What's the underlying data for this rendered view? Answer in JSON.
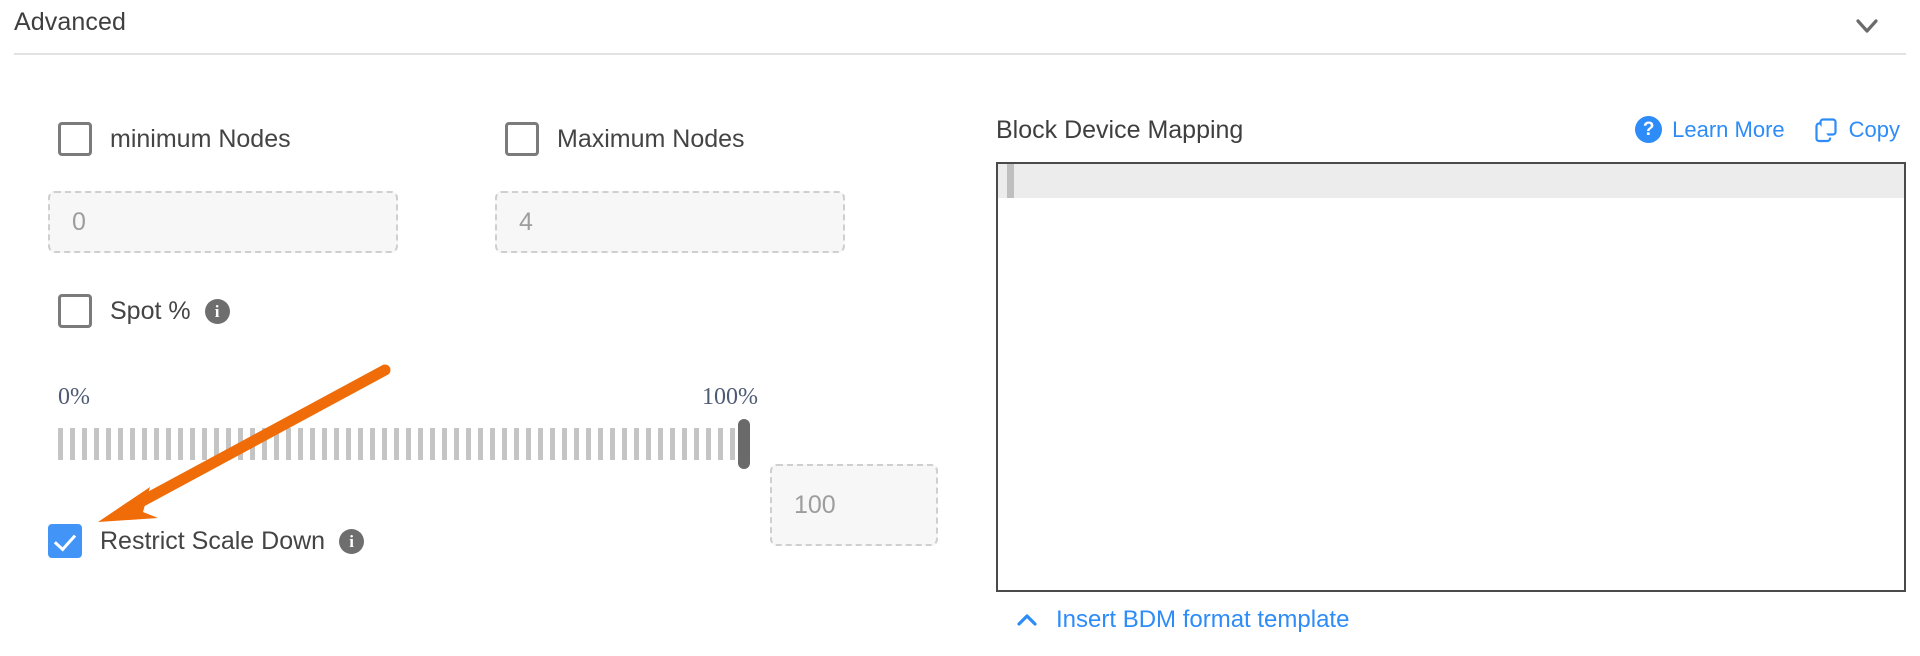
{
  "section": {
    "title": "Advanced",
    "collapse_icon": "chevron-down-icon"
  },
  "left": {
    "min_nodes": {
      "label": "minimum Nodes",
      "checked": false,
      "input_placeholder": "0",
      "input_value": ""
    },
    "max_nodes": {
      "label": "Maximum Nodes",
      "checked": false,
      "input_placeholder": "4",
      "input_value": ""
    },
    "spot": {
      "label": "Spot %",
      "checked": false,
      "info_icon": "info-icon",
      "info_glyph": "i"
    },
    "slider": {
      "min_label": "0%",
      "max_label": "100%",
      "value": 100,
      "value_input_placeholder": "100",
      "value_input_value": ""
    },
    "restrict_scale_down": {
      "label": "Restrict Scale Down",
      "checked": true,
      "info_icon": "info-icon",
      "info_glyph": "i"
    }
  },
  "right": {
    "title": "Block Device Mapping",
    "learn_more": {
      "label": "Learn More",
      "icon": "question-circle-icon",
      "icon_glyph": "?"
    },
    "copy": {
      "label": "Copy",
      "icon": "copy-icon"
    },
    "editor": {
      "content": "",
      "placeholder": ""
    },
    "footer_link": {
      "label": "Insert BDM format template",
      "icon": "chevron-up-icon"
    }
  },
  "annotation": {
    "type": "arrow",
    "color": "#ef6c09",
    "points_at": "restrict-scale-down-checkbox"
  },
  "colors": {
    "accent_blue": "#2d8cf8",
    "checkbox_checked": "#4294f7",
    "annotation_orange": "#ef6c09",
    "slider_tick": "#c4c4c4",
    "slider_thumb": "#6a6a6a",
    "editor_border": "#4a4a4a"
  }
}
